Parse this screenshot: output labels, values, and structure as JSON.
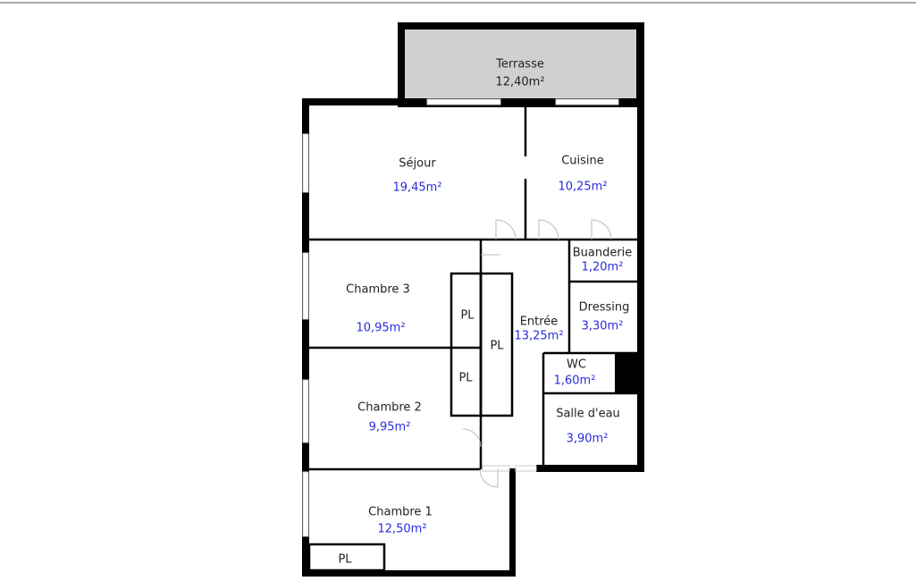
{
  "rooms": [
    {
      "id": "terrasse",
      "name": "Terrasse",
      "area": "12,40m²"
    },
    {
      "id": "sejour",
      "name": "Séjour",
      "area": "19,45m²"
    },
    {
      "id": "cuisine",
      "name": "Cuisine",
      "area": "10,25m²"
    },
    {
      "id": "buanderie",
      "name": "Buanderie",
      "area": "1,20m²"
    },
    {
      "id": "dressing",
      "name": "Dressing",
      "area": "3,30m²"
    },
    {
      "id": "chambre3",
      "name": "Chambre 3",
      "area": "10,95m²"
    },
    {
      "id": "entree",
      "name": "Entrée",
      "area": "13,25m²"
    },
    {
      "id": "wc",
      "name": "WC",
      "area": "1,60m²"
    },
    {
      "id": "chambre2",
      "name": "Chambre 2",
      "area": "9,95m²"
    },
    {
      "id": "salle_deau",
      "name": "Salle d'eau",
      "area": "3,90m²"
    },
    {
      "id": "chambre1",
      "name": "Chambre 1",
      "area": "12,50m²"
    }
  ],
  "closet_label": "PL",
  "colors": {
    "wall": "#000000",
    "terrace": "#d0d0d0",
    "area_text": "#2a2ae0"
  }
}
